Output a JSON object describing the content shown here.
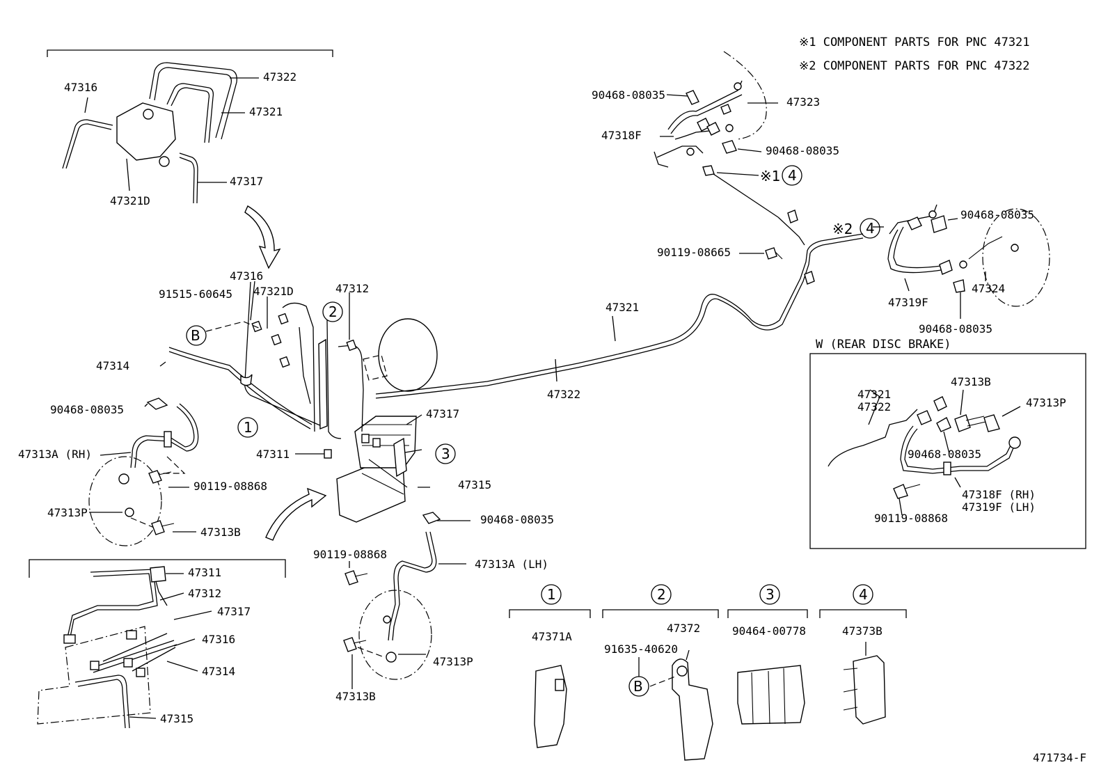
{
  "notes": {
    "note1": "※1  COMPONENT PARTS FOR PNC 47321",
    "note2": "※2  COMPONENT PARTS FOR PNC 47322"
  },
  "inset_title": "W (REAR DISC BRAKE)",
  "figure_code": "471734-F",
  "markers": {
    "m1": "1",
    "m2": "2",
    "m3": "3",
    "m4": "4",
    "mB": "B",
    "ref1": "※1",
    "ref2": "※2"
  },
  "callouts": {
    "tl_47316": "47316",
    "tl_47322": "47322",
    "tl_47321": "47321",
    "tl_47317": "47317",
    "tl_47321D": "47321D",
    "c_47316": "47316",
    "c_91515": "91515-60645",
    "c_47321D": "47321D",
    "c_47312": "47312",
    "c_47314": "47314",
    "c_90468a": "90468-08035",
    "c_47313A_RH": "47313A (RH)",
    "c_90119a": "90119-08868",
    "c_47313P": "47313P",
    "c_47313B": "47313B",
    "c_47311": "47311",
    "c_47317": "47317",
    "c_47315": "47315",
    "c_90468b": "90468-08035",
    "c_90119b": "90119-08868",
    "c_47313A_LH": "47313A (LH)",
    "c_47313P2": "47313P",
    "c_47313B2": "47313B",
    "c_47321": "47321",
    "c_47322": "47322",
    "bl_47311": "47311",
    "bl_47312": "47312",
    "bl_47317": "47317",
    "bl_47316": "47316",
    "bl_47314": "47314",
    "bl_47315": "47315",
    "r_90468a": "90468-08035",
    "r_47323": "47323",
    "r_47318F": "47318F",
    "r_90468b": "90468-08035",
    "r_90119": "90119-08665",
    "r_90468c": "90468-08035",
    "r_47319F": "47319F",
    "r_47324": "47324",
    "r_90468d": "90468-08035",
    "i_47321": "47321",
    "i_47322": "47322",
    "i_47313B": "47313B",
    "i_47313P": "47313P",
    "i_90468": "90468-08035",
    "i_47318F": "47318F (RH)",
    "i_47319F": "47319F (LH)",
    "i_90119": "90119-08868",
    "k1_47371A": "47371A",
    "k2_47372": "47372",
    "k2_91635": "91635-40620",
    "k3_90464": "90464-00778",
    "k4_47373B": "47373B"
  }
}
